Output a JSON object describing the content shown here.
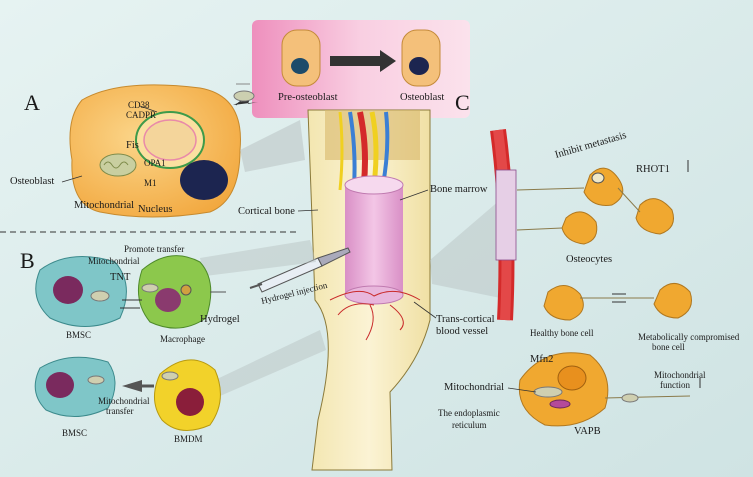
{
  "panels": {
    "a": "A",
    "b": "B",
    "c": "C"
  },
  "top": {
    "pre": "Pre-osteoblast",
    "post": "Osteoblast"
  },
  "osteoblast": {
    "cd38": "CD38",
    "cadpr": "CADPR",
    "fis": "Fis",
    "opa1": "OPA1",
    "m1": "M1",
    "cell": "Osteoblast",
    "mito": "Mitochondrial",
    "nucleus": "Nucleus"
  },
  "bone": {
    "cortical": "Cortical bone",
    "marrow": "Bone marrow",
    "vessel1": "Trans-cortical",
    "vessel2": "blood vessel",
    "injection": "Hydrogel injection"
  },
  "b": {
    "promote": "Promote transfer",
    "mito": "Mitochondrial",
    "tnt": "TNT",
    "hydrogel": "Hydrogel",
    "bmsc1": "BMSC",
    "macrophage": "Macrophage",
    "bmsc2": "BMSC",
    "bmdm": "BMDM",
    "transfer1": "Mitochondrial",
    "transfer2": "transfer"
  },
  "c": {
    "inhibit": "Inhibit metastasis",
    "rhot1": "RHOT1",
    "osteocytes": "Osteocytes",
    "healthy": "Healthy bone cell",
    "comp1": "Metabolically compromised",
    "comp2": "bone cell",
    "mfn2": "Mfn2",
    "mito": "Mitochondrial",
    "function1": "Mitochondrial",
    "function2": "function",
    "er1": "The endoplasmic",
    "er2": "reticulum",
    "vapb": "VAPB"
  },
  "colors": {
    "background": "#dfeeee",
    "cell": "#f6c46a",
    "osteocyte": "#f0a830",
    "bmsc": "#7fc6c8",
    "macrophage": "#8cc84c",
    "marrow": "#e8b6dc",
    "vessel": "#d42a2a"
  }
}
